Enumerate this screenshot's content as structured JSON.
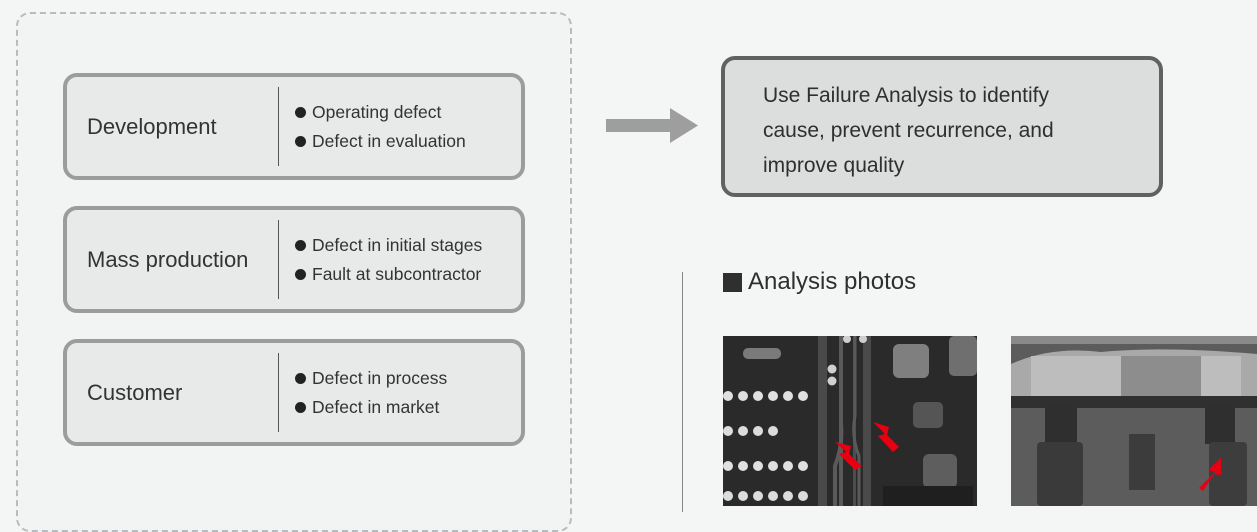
{
  "stages": [
    {
      "title": "Development",
      "items": [
        "Operating defect",
        "Defect in evaluation"
      ]
    },
    {
      "title": "Mass production",
      "items": [
        "Defect in initial stages",
        "Fault at subcontractor"
      ]
    },
    {
      "title": "Customer",
      "items": [
        "Defect in process",
        "Defect in market"
      ]
    }
  ],
  "result": {
    "lines": [
      "Use Failure Analysis to identify",
      "cause, prevent recurrence, and",
      "improve quality"
    ]
  },
  "photos": {
    "heading": "Analysis photos",
    "images": [
      "circuit-board-xray-photo",
      "chip-package-cross-section-photo"
    ]
  },
  "colors": {
    "stage_border": "#9c9c9c",
    "result_border": "#5f6163",
    "arrow": "#9e9e9e",
    "marker": "#e60012"
  }
}
